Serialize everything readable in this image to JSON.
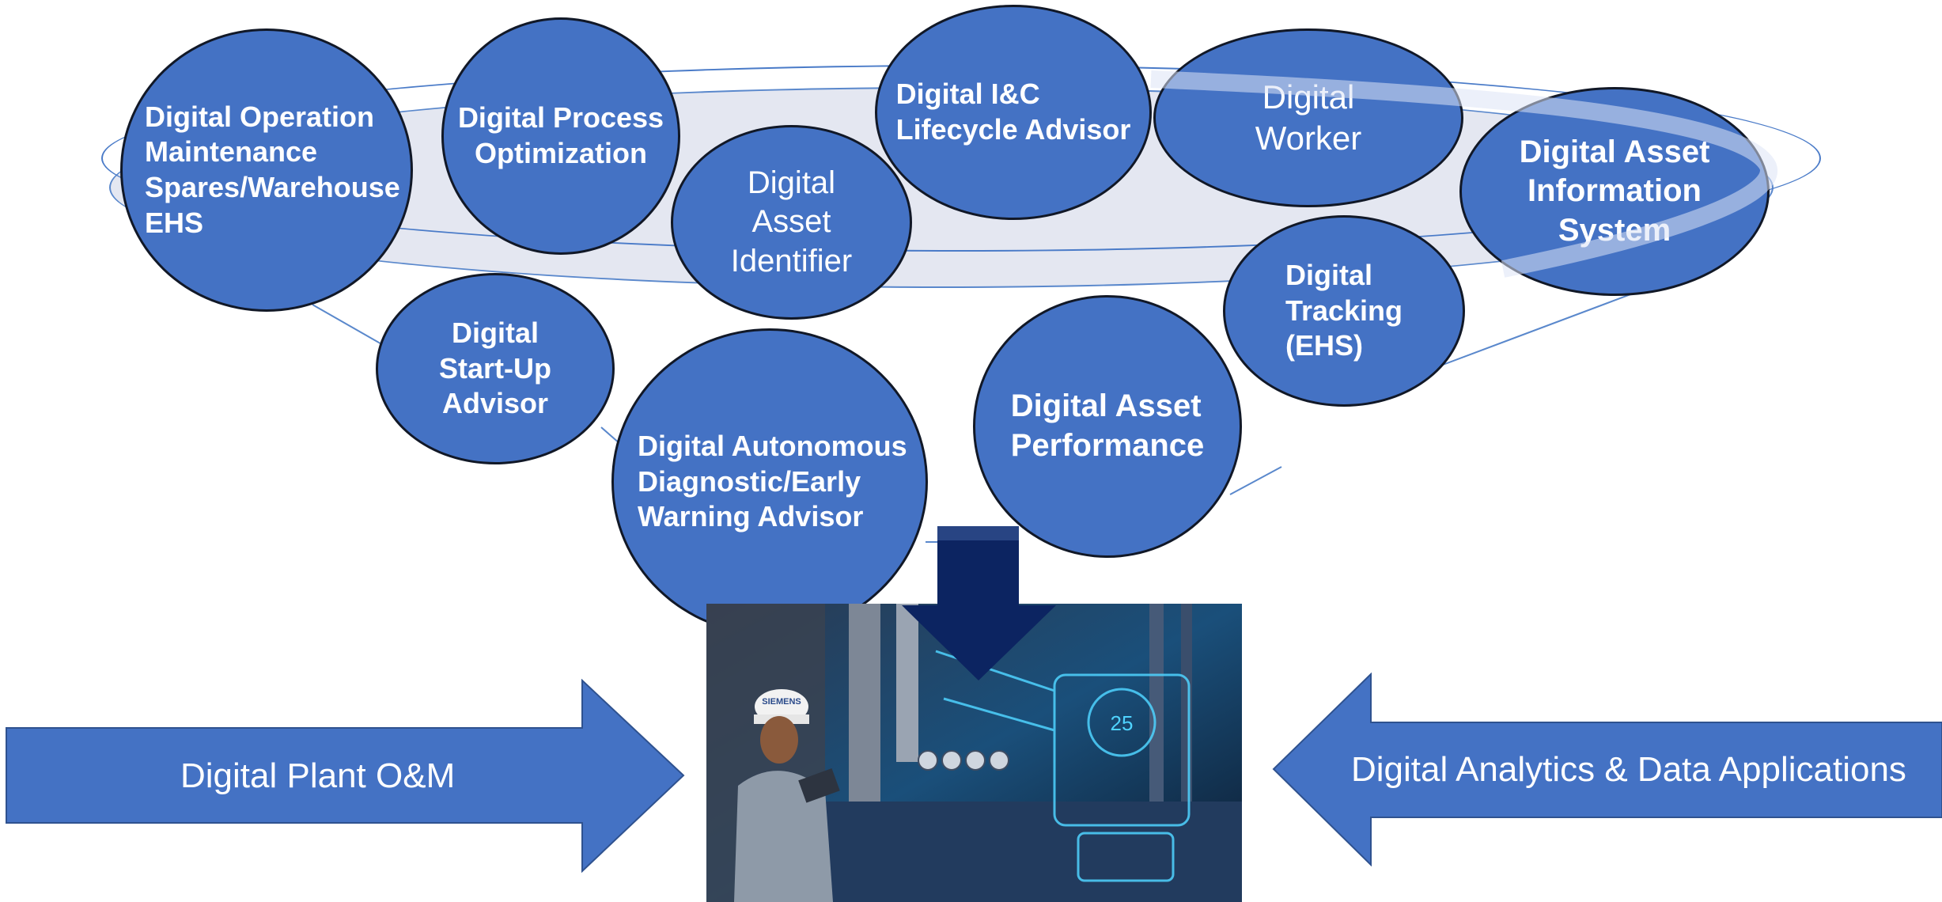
{
  "title": "",
  "bubbles": {
    "operation": "Digital Operation\nMaintenance\nSpares/Warehouse\nEHS",
    "process": "Digital Process\nOptimization",
    "identifier": "Digital\nAsset\nIdentifier",
    "ic": "Digital I&C\nLifecycle Advisor",
    "worker": "Digital\nWorker",
    "asset_info": "Digital Asset\nInformation\nSystem",
    "startup": "Digital\nStart-Up\nAdvisor",
    "autonomous": "Digital Autonomous\nDiagnostic/Early\nWarning Advisor",
    "tracking": "Digital\nTracking\n(EHS)",
    "performance": "Digital Asset\nPerformance"
  },
  "arrows": {
    "left_label": "Digital Plant O&M",
    "right_label": "Digital Analytics & Data Applications"
  },
  "image": {
    "helmet_text": "SIEMENS",
    "gauge_reading": "25"
  },
  "colors": {
    "bubble_fill": "#4472c4",
    "bubble_border": "#111827",
    "arrow_fill": "#4472c4",
    "down_arrow_fill": "#0c2461",
    "ring_stroke": "#4a7bc8"
  }
}
